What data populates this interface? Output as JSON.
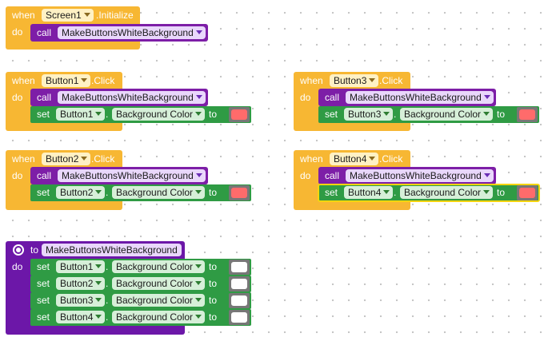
{
  "labels": {
    "when": "when",
    "do": "do",
    "call": "call",
    "set": "set",
    "to": "to",
    "dot": ".",
    "event_initialize": ".Initialize",
    "event_click": ".Click",
    "property": "Background Color"
  },
  "procedure_name": "MakeButtonsWhiteBackground",
  "components": {
    "screen": "Screen1",
    "button1": "Button1",
    "button2": "Button2",
    "button3": "Button3",
    "button4": "Button4"
  },
  "colors": {
    "event_block": "#f7b733",
    "procedure_block": "#6c17a8",
    "call_block": "#7d1ea7",
    "set_block": "#2f9b44",
    "color_pink": "#ff6b6b",
    "color_white": "#ffffff",
    "selection_outline": "#f5d50f"
  },
  "icons": {
    "procedure_gear": "gear-icon"
  }
}
